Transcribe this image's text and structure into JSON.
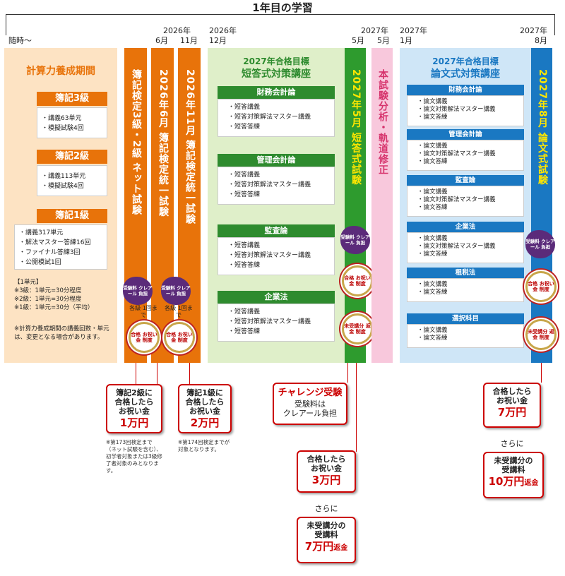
{
  "title": "1年目の学習",
  "timeline": {
    "anytime": "随時～",
    "d1": "2026年",
    "d1a": "6月",
    "d1b": "11月",
    "d2": "2026年",
    "d2a": "12月",
    "d3": "2027年",
    "d3a": "5月",
    "d3b": "5月",
    "d4": "2027年",
    "d4a": "1月",
    "d5": "2027年",
    "d5a": "8月"
  },
  "keisan": {
    "title": "計算力養成期間",
    "boxes": [
      {
        "label": "簿記3級",
        "items": [
          "講義63単元",
          "模擬試験4回"
        ]
      },
      {
        "label": "簿記2級",
        "items": [
          "講義113単元",
          "模擬試験4回"
        ]
      },
      {
        "label": "簿記1級",
        "items": [
          "講義317単元",
          "解法マスター答練16回",
          "ファイナル答練3回",
          "公開模試1回"
        ]
      }
    ],
    "unit_head": "【1単元】",
    "units": [
      "※3級：1単元=30分程度",
      "※2級：1単元=30分程度",
      "※1級：1単元=30分（平均）"
    ],
    "note": "※計算力養成期間の講義回数・単元は、変更となる場合があります。"
  },
  "exam_cols": [
    {
      "text": "簿記検定3級・2級 ネット試験"
    },
    {
      "text": "2026年6月 簿記検定統一試験"
    },
    {
      "text": "2026年11月 簿記検定統一試験"
    }
  ],
  "fee_badge": "受験料 クレアール 負担",
  "kakkyu": "各級 1回まで",
  "oiwai_badge": "合格 お祝い金 制度",
  "henkin_badge": "未受講分 返金 制度",
  "tanto": {
    "year": "2027年合格目標",
    "title": "短答式対策講座",
    "subjects": [
      {
        "name": "財務会計論",
        "items": [
          "短答講義",
          "短答対策解法マスター講義",
          "短答答練"
        ]
      },
      {
        "name": "管理会計論",
        "items": [
          "短答講義",
          "短答対策解法マスター講義",
          "短答答練"
        ]
      },
      {
        "name": "監査論",
        "items": [
          "短答講義",
          "短答対策解法マスター講義",
          "短答答練"
        ]
      },
      {
        "name": "企業法",
        "items": [
          "短答講義",
          "短答対策解法マスター講義",
          "短答答練"
        ]
      }
    ]
  },
  "tanto_exam": "2027年5月 短答式試験",
  "honshiken": "本試験分析・軌道修正",
  "ronbun": {
    "year": "2027年合格目標",
    "title": "論文式対策講座",
    "subjects": [
      {
        "name": "財務会計論",
        "items": [
          "論文講義",
          "論文対策解法マスター講義",
          "論文答練"
        ]
      },
      {
        "name": "管理会計論",
        "items": [
          "論文講義",
          "論文対策解法マスター講義",
          "論文答練"
        ]
      },
      {
        "name": "監査論",
        "items": [
          "論文講義",
          "論文対策解法マスター講義",
          "論文答練"
        ]
      },
      {
        "name": "企業法",
        "items": [
          "論文講義",
          "論文対策解法マスター講義",
          "論文答練"
        ]
      },
      {
        "name": "租税法",
        "items": [
          "論文講義",
          "論文答練"
        ]
      },
      {
        "name": "選択科目",
        "items": [
          "論文講義",
          "論文答練"
        ]
      }
    ]
  },
  "ronbun_exam": "2027年8月 論文式試験",
  "callouts": {
    "c1": {
      "line1": "簿記2級に",
      "line2": "合格したら",
      "line3": "お祝い金",
      "amount": "1万円"
    },
    "c1note": "※第173回検定まで（ネット試験を含む）、初学者対象または3級修了者対象のみとなります。",
    "c2": {
      "line1": "簿記1級に",
      "line2": "合格したら",
      "line3": "お祝い金",
      "amount": "2万円"
    },
    "c2note": "※第174回検定までが対象となります。",
    "challenge": {
      "title": "チャレンジ受験",
      "line1": "受験料は",
      "line2": "クレアール負担"
    },
    "c3": {
      "line1": "合格したら",
      "line2": "お祝い金",
      "amount": "3万円"
    },
    "sarani": "さらに",
    "c4": {
      "line1": "未受講分の",
      "line2": "受講料",
      "amount": "7万円",
      "suffix": "返金"
    },
    "c5": {
      "line1": "合格したら",
      "line2": "お祝い金",
      "amount": "7万円"
    },
    "sarani2": "さらに",
    "c6": {
      "line1": "未受講分の",
      "line2": "受講料",
      "amount": "10万円",
      "suffix": "返金"
    }
  }
}
